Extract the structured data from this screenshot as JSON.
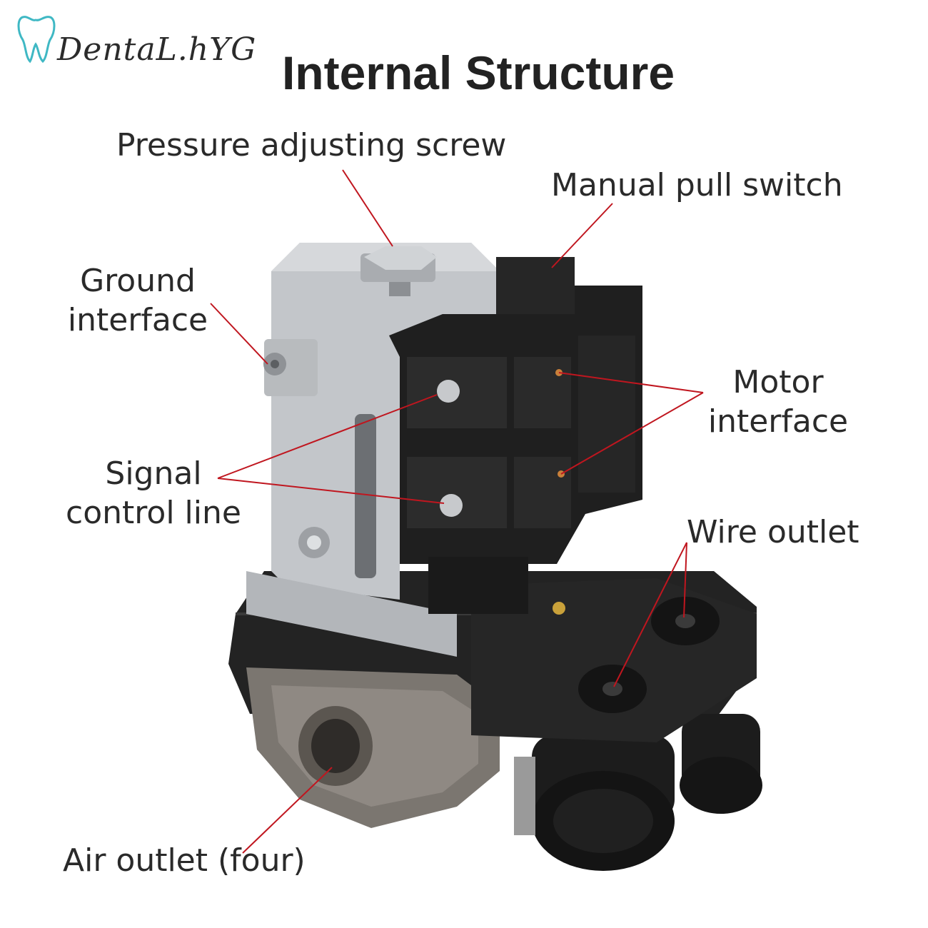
{
  "logo": {
    "text": "DentaL.hYG"
  },
  "title": "Internal Structure",
  "labels": {
    "pressure_screw": "Pressure adjusting screw",
    "manual_switch": "Manual pull switch",
    "ground_line1": "Ground",
    "ground_line2": "interface",
    "motor_line1": "Motor",
    "motor_line2": "interface",
    "signal_line1": "Signal",
    "signal_line2": "control line",
    "wire_outlet": "Wire outlet",
    "air_outlet": "Air outlet (four)"
  },
  "colors": {
    "leader": "#c0161f",
    "logo_tooth": "#3fb8c4",
    "housing": "#1e1e1e",
    "bracket": "#b9bcc0"
  },
  "icons": {
    "logo": "tooth-icon"
  }
}
